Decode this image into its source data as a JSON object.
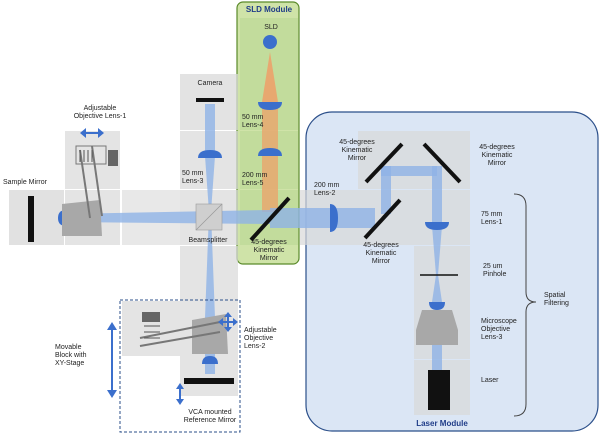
{
  "modules": {
    "sld": "SLD Module",
    "laser": "Laser Module"
  },
  "labels": {
    "sld": "SLD",
    "camera": "Camera",
    "lens4_a": "50 mm",
    "lens4_b": "Lens-4",
    "lens5_a": "200 mm",
    "lens5_b": "Lens-5",
    "lens3_a": "50 mm",
    "lens3_b": "Lens-3",
    "lens2_a": "200 mm",
    "lens2_b": "Lens-2",
    "beamsplitter": "Beamsplitter",
    "kin_center_a": "45-degrees",
    "kin_center_b": "Kinematic",
    "kin_center_c": "Mirror",
    "kin_tl_a": "45-degrees",
    "kin_tl_b": "Kinematic",
    "kin_tl_c": "Mirror",
    "kin_tr_a": "45-degrees",
    "kin_tr_b": "Kinematic",
    "kin_tr_c": "Mirror",
    "kin_bl_a": "45-degrees",
    "kin_bl_b": "Kinematic",
    "kin_bl_c": "Mirror",
    "lens1_a": "75 mm",
    "lens1_b": "Lens-1",
    "pinhole_a": "25 um",
    "pinhole_b": "Pinhole",
    "micro_a": "Microscope",
    "micro_b": "Objective",
    "micro_c": "Lens-3",
    "laser": "Laser",
    "spatial_a": "Spatial",
    "spatial_b": "Filtering",
    "adj1_a": "Adjustable",
    "adj1_b": "Objective Lens-1",
    "sample_mirror": "Sample Mirror",
    "adj2_a": "Adjustable",
    "adj2_b": "Objective",
    "adj2_c": "Lens-2",
    "movable_a": "Movable",
    "movable_b": "Block with",
    "movable_c": "XY-Stage",
    "vca_a": "VCA mounted",
    "vca_b": "Reference Mirror"
  },
  "colors": {
    "beam": "#8fb3e6",
    "lens": "#3b6fcc",
    "sld_beam": "#e8a870",
    "sld_module_fill": "#cfe3a8",
    "sld_module_stroke": "#5a8a2a",
    "laser_module_fill": "#dbe6f5",
    "laser_module_stroke": "#2b4f8a",
    "tile": "#d9d9d9",
    "mirror": "#111111"
  }
}
